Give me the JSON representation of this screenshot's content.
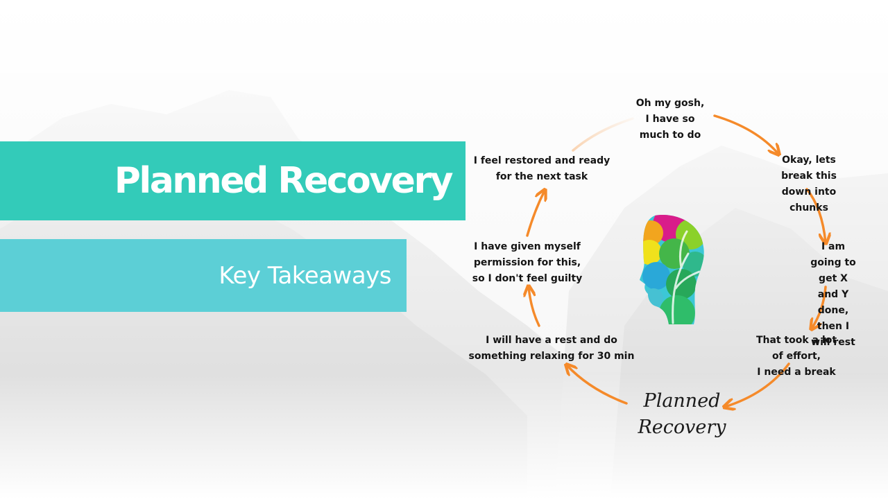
{
  "slide": {
    "title": "Planned Recovery",
    "subtitle": "Key Takeaways"
  },
  "cycle": {
    "center_label": "Planned\nRecovery",
    "steps": [
      "Oh my gosh,\nI have so\nmuch to do",
      "Okay, lets break this\ndown into chunks",
      "I am going to get X\nand Y done, then I\nwill rest",
      "That took a lot of effort,\nI need a break",
      "I will have a rest and do\nsomething relaxing for 30 min",
      "I have given myself\npermission for this,\nso I don't feel guilty",
      "I feel restored and ready\nfor the next task"
    ],
    "colors": {
      "arrow": "#f58a2a",
      "title_banner": "#33cbb9",
      "subtitle_banner": "#5ccfd6"
    }
  }
}
